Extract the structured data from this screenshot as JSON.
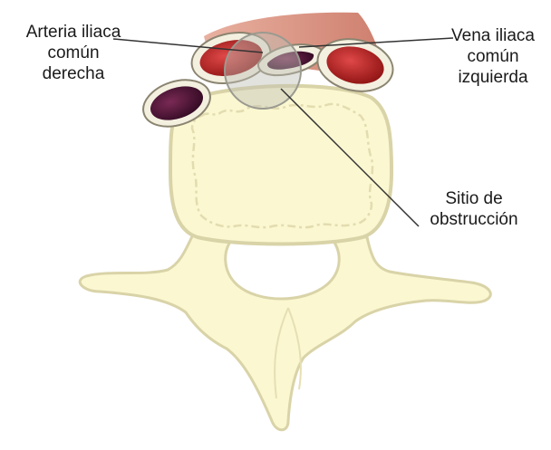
{
  "labels": {
    "right_common_iliac_artery": "Arteria iliaca\ncomún\nderecha",
    "left_common_iliac_vein": "Vena iliaca\ncomún\nizquierda",
    "obstruction_site": "Sitio de\nobstrucción"
  },
  "colors": {
    "bone_fill": "#fbf7d0",
    "bone_outline": "#d9d3a8",
    "artery_fill": "#c81e1e",
    "vein_fill": "#4a1030",
    "vessel_wall": "#f4f0e0",
    "muscle_fill": "#d9907f",
    "highlight_circle": "#c8c8c0",
    "leader_line": "#333333"
  }
}
